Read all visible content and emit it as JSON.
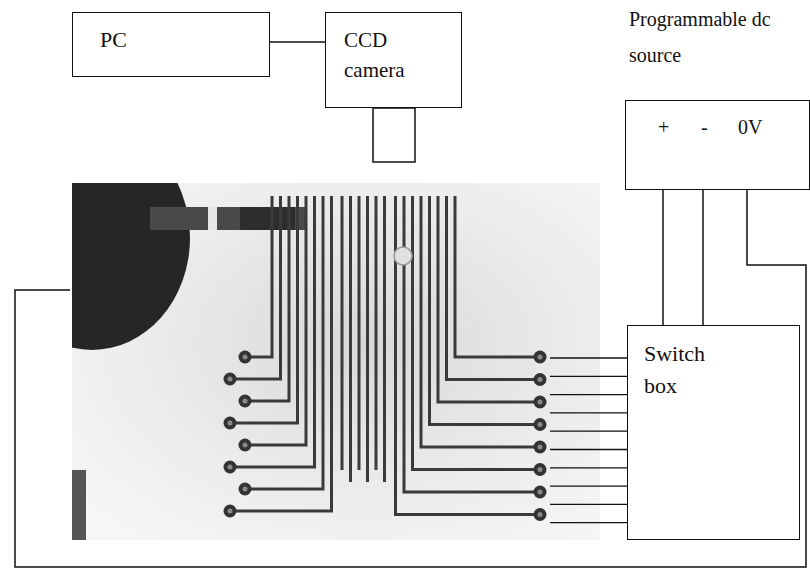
{
  "diagram": {
    "nodes": [
      {
        "text": [
          "PC"
        ]
      },
      {
        "text": [
          "CCD camera"
        ]
      },
      {
        "text": [
          "Programmable dc source",
          "+",
          "-",
          "0V"
        ]
      },
      {
        "text": [
          "Switch box"
        ]
      }
    ],
    "edges": [
      {
        "from": 0,
        "to": 1,
        "arrow": "none"
      },
      {
        "from": 2,
        "to": 3,
        "arrow": "none"
      },
      {
        "from": 2,
        "to": 3,
        "arrow": "none"
      }
    ]
  }
}
